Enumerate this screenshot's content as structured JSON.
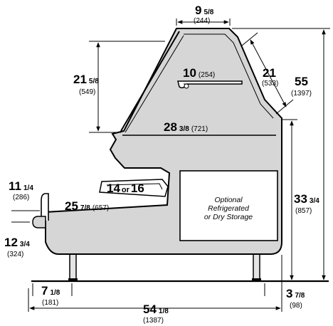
{
  "storage_label": {
    "line1": "Optional",
    "line2": "Refrigerated",
    "line3": "or Dry Storage"
  },
  "dimensions": {
    "canopy_width": {
      "whole": "9",
      "frac": "5/8",
      "mm": "(244)"
    },
    "upper_height": {
      "whole": "21",
      "frac": "5/8",
      "mm": "(549)"
    },
    "shelf_depth": {
      "whole": "10",
      "mm": "(254)"
    },
    "glass_length": {
      "whole": "21",
      "mm": "(533)"
    },
    "overall_height": {
      "whole": "55",
      "mm": "(1397)"
    },
    "display_depth": {
      "whole": "28",
      "frac": "3/8",
      "mm": "(721)"
    },
    "tray_range": {
      "a": "14",
      "or": "or",
      "b": "16"
    },
    "rail_height": {
      "whole": "11",
      "frac": "1/4",
      "mm": "(286)"
    },
    "counter_depth": {
      "whole": "25",
      "frac": "7/8",
      "mm": "(657)"
    },
    "base_height": {
      "whole": "33",
      "frac": "3/4",
      "mm": "(857)"
    },
    "bumper_height": {
      "whole": "12",
      "frac": "3/4",
      "mm": "(324)"
    },
    "leg_height": {
      "whole": "7",
      "frac": "1/8",
      "mm": "(181)"
    },
    "rear_offset": {
      "whole": "3",
      "frac": "7/8",
      "mm": "(98)"
    },
    "overall_width": {
      "whole": "54",
      "frac": "1/8",
      "mm": "(1387)"
    }
  }
}
